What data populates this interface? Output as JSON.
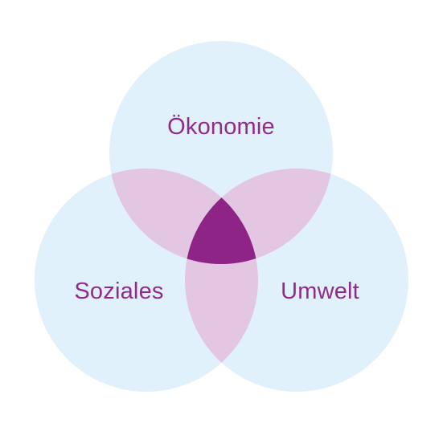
{
  "diagram": {
    "circles": [
      {
        "id": "top",
        "label": "Ökonomie"
      },
      {
        "id": "left",
        "label": "Soziales"
      },
      {
        "id": "right",
        "label": "Umwelt"
      }
    ],
    "colors": {
      "circle_fill": "#e1f1fb",
      "pair_overlap_fill": "#e2c6e2",
      "center_overlap_fill": "#8e2486",
      "label_text": "#922a8c"
    }
  }
}
